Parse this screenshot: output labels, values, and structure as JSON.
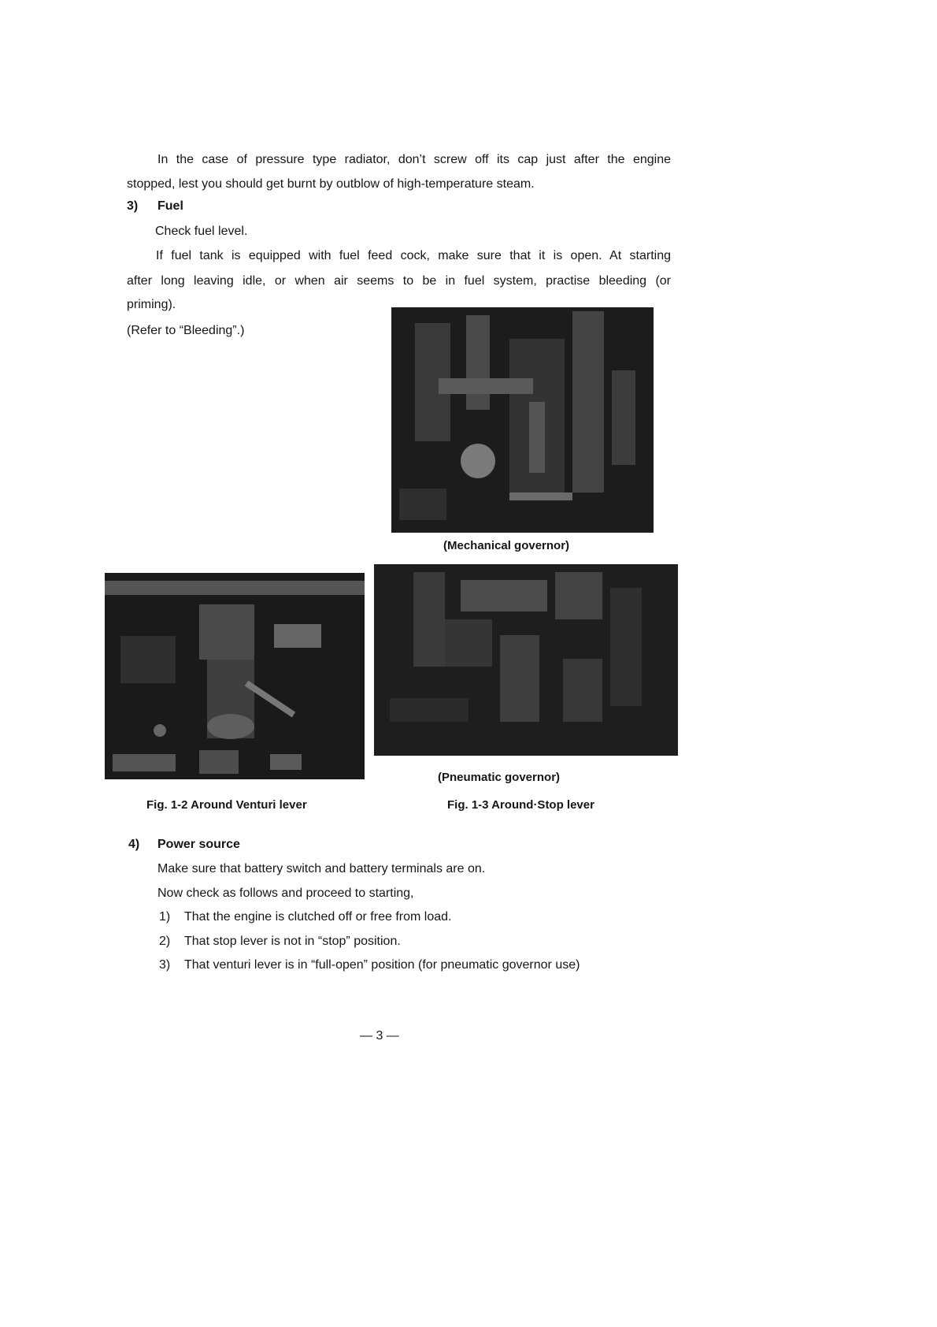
{
  "p1_line1": "In the case of pressure type radiator, don’t screw off its cap just after the engine",
  "p1_line2": "stopped, lest you should get burnt by outblow of high-temperature steam.",
  "s3_num": "3)",
  "s3_title": "Fuel",
  "s3_l1": "Check fuel level.",
  "s3_l2": "If fuel tank is equipped with fuel feed cock, make sure that it is open. At starting",
  "s3_l3": "after long leaving idle, or when air seems to be in fuel system, practise bleeding (or",
  "s3_l4": "priming).",
  "s3_l5": "(Refer to “Bleeding”.)",
  "cap_mech": "(Mechanical governor)",
  "cap_pneu": "(Pneumatic governor)",
  "fig12": "Fig. 1-2  Around Venturi lever",
  "fig13": "Fig. 1-3  Around·Stop lever",
  "s4_num": "4)",
  "s4_title": "Power source",
  "s4_l1": "Make sure that battery switch and battery terminals are on.",
  "s4_l2": "Now check as follows and proceed to starting,",
  "checks": [
    {
      "num": "1)",
      "text": "That the engine is clutched off or free from load."
    },
    {
      "num": "2)",
      "text": "That stop lever is not in “stop” position."
    },
    {
      "num": "3)",
      "text": "That venturi lever is in “full-open” position (for pneumatic governor use)"
    }
  ],
  "page_number": "— 3 —"
}
